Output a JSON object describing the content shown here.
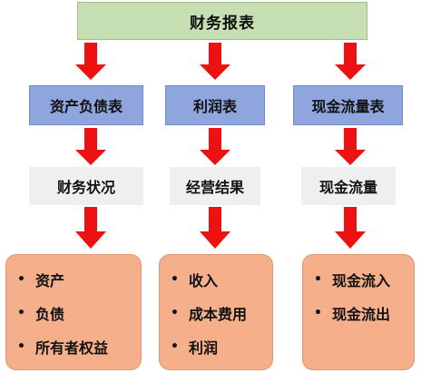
{
  "title": "财务报表",
  "columns": [
    {
      "statement": "资产负债表",
      "topic": "财务状况",
      "items": [
        "资产",
        "负债",
        "所有者权益"
      ]
    },
    {
      "statement": "利润表",
      "topic": "经营结果",
      "items": [
        "收入",
        "成本费用",
        "利润"
      ]
    },
    {
      "statement": "现金流量表",
      "topic": "现金流量",
      "items": [
        "现金流入",
        "现金流出"
      ]
    }
  ],
  "colors": {
    "title_box": "#c7e0b3",
    "statement_box": "#8ea6dd",
    "topic_box": "#efefef",
    "detail_box": "#f5b08b",
    "arrow": "#ee1111"
  }
}
